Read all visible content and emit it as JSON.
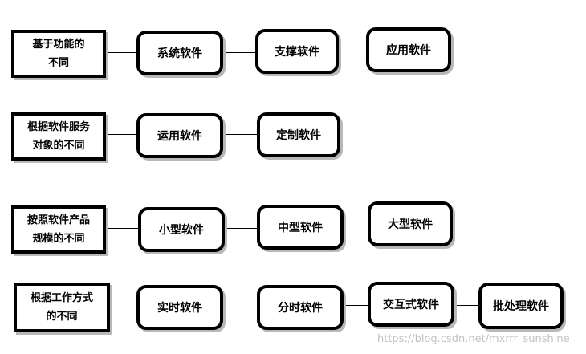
{
  "rows": [
    {
      "category": "基于功能的\n不同",
      "items": [
        "系统软件",
        "支撑软件",
        "应用软件"
      ]
    },
    {
      "category": "根据软件服务\n对象的不同",
      "items": [
        "运用软件",
        "定制软件"
      ]
    },
    {
      "category": "按照软件产品\n规模的不同",
      "items": [
        "小型软件",
        "中型软件",
        "大型软件"
      ]
    },
    {
      "category": "根据工作方式\n的不同",
      "items": [
        "实时软件",
        "分时软件",
        "交互式软件",
        "批处理软件"
      ]
    }
  ],
  "watermark": "https://blog.csdn.net/mxrrr_sunshine"
}
